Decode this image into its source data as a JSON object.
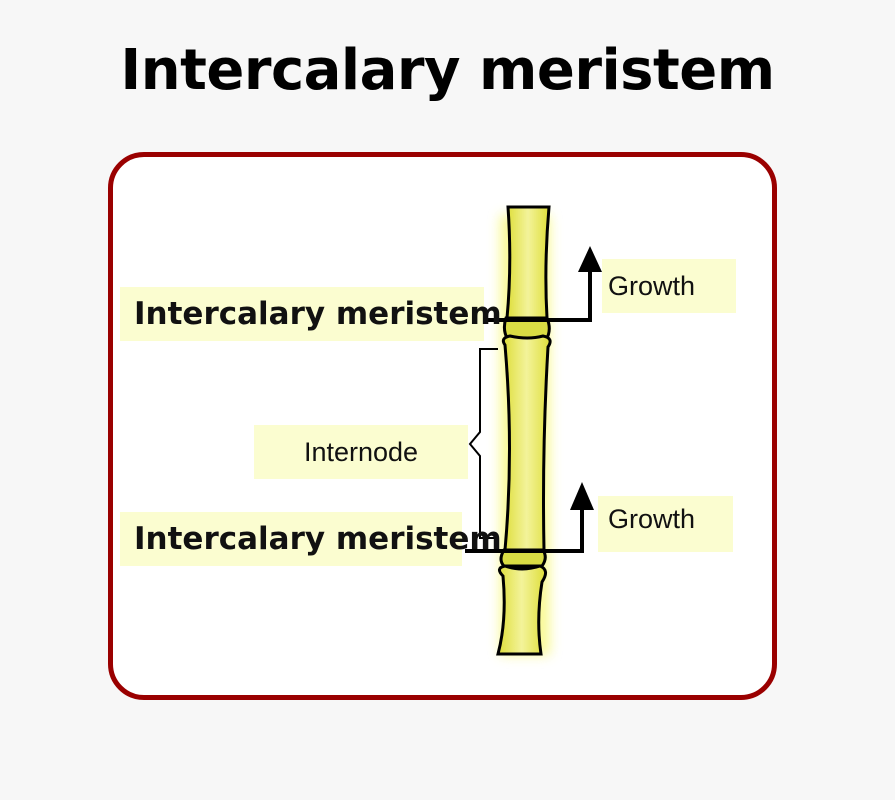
{
  "title": "Intercalary meristem",
  "labels": {
    "meristem_top": "Intercalary meristem",
    "meristem_bottom": "Intercalary meristem",
    "internode": "Internode",
    "growth_top": "Growth",
    "growth_bottom": "Growth"
  },
  "colors": {
    "frame_border": "#9a0000",
    "stem_fill": "#e6e84a",
    "label_bg": "#fbfdd0"
  }
}
